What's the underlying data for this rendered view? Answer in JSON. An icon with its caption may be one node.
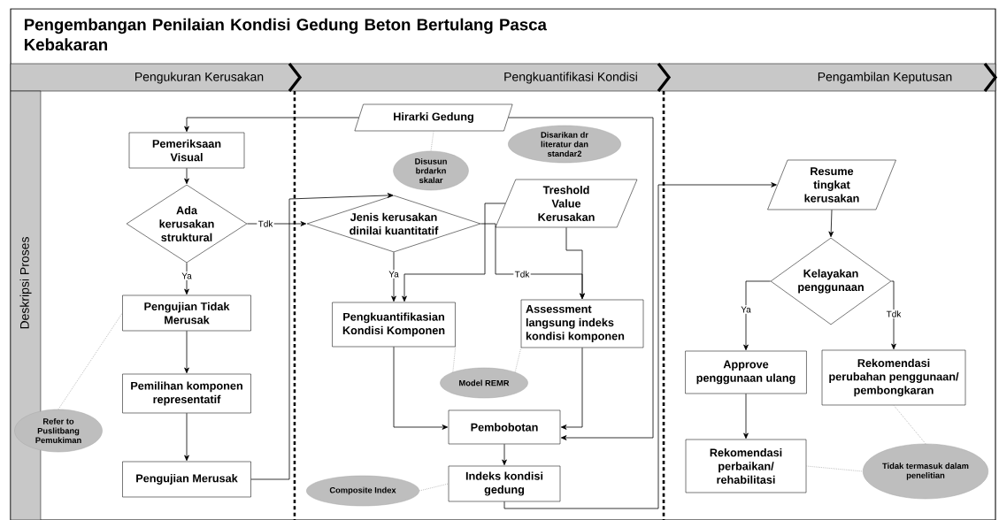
{
  "diagram": {
    "title": "Pengembangan Penilaian Kondisi Gedung Beton Bertulang Pasca Kebakaran",
    "nodes": [
      {
        "text": [
          "Hirarki Gedung"
        ]
      },
      {
        "text": [
          "Pemeriksaan Visual"
        ]
      },
      {
        "text": [
          "Ada kerusakan struktural"
        ]
      },
      {
        "text": [
          "Pengujian Tidak Merusak"
        ]
      },
      {
        "text": [
          "Pemilihan komponen representatif"
        ]
      },
      {
        "text": [
          "Pengujian  Merusak"
        ]
      },
      {
        "text": [
          "Refer to Puslitbang Pemukiman"
        ]
      },
      {
        "text": [
          "Jenis kerusakan dinilai kuantitatif"
        ]
      },
      {
        "text": [
          "Disusun brdarkn skalar"
        ]
      },
      {
        "text": [
          "Disarikan dr literatur dan standar2"
        ]
      },
      {
        "text": [
          "Treshold Value Kerusakan"
        ]
      },
      {
        "text": [
          "Pengkuantifikasian Kondisi Komponen"
        ]
      },
      {
        "text": [
          "Assessment langsung indeks kondisi komponen"
        ]
      },
      {
        "text": [
          "Model REMR"
        ]
      },
      {
        "text": [
          "Pembobotan"
        ]
      },
      {
        "text": [
          "Indeks kondisi gedung"
        ]
      },
      {
        "text": [
          "Composite Index"
        ]
      },
      {
        "text": [
          "Resume tingkat kerusakan"
        ]
      },
      {
        "text": [
          "Kelayakan penggunaan"
        ]
      },
      {
        "text": [
          "Approve penggunaan ulang"
        ]
      },
      {
        "text": [
          "Rekomendasi perubahan penggunaan/ pembongkaran"
        ]
      },
      {
        "text": [
          "Rekomendasi perbaikan/ rehabilitasi"
        ]
      },
      {
        "text": [
          "Tidak termasuk dalam penelitian"
        ]
      }
    ],
    "edges": [
      {
        "from": 0,
        "to": 1,
        "arrow": "to"
      },
      {
        "from": 0,
        "to": 14,
        "arrow": "to"
      },
      {
        "from": 1,
        "to": 2,
        "arrow": "to"
      },
      {
        "from": 2,
        "to": 7,
        "arrow": "to",
        "label": "Tdk"
      },
      {
        "from": 2,
        "to": 3,
        "arrow": "to",
        "label": "Ya"
      },
      {
        "from": 3,
        "to": 4,
        "arrow": "to"
      },
      {
        "from": 4,
        "to": 5,
        "arrow": "to"
      },
      {
        "from": 5,
        "to": 7,
        "arrow": "to"
      },
      {
        "from": 7,
        "to": 11,
        "arrow": "to",
        "label": "Ya"
      },
      {
        "from": 7,
        "to": 12,
        "arrow": "to",
        "label": "Tdk"
      },
      {
        "from": 10,
        "to": 11,
        "arrow": "to"
      },
      {
        "from": 10,
        "to": 12,
        "arrow": "to"
      },
      {
        "from": 11,
        "to": 14,
        "arrow": "to"
      },
      {
        "from": 12,
        "to": 14,
        "arrow": "to"
      },
      {
        "from": 14,
        "to": 15,
        "arrow": "to"
      },
      {
        "from": 15,
        "to": 17,
        "arrow": "to"
      },
      {
        "from": 17,
        "to": 18,
        "arrow": "to"
      },
      {
        "from": 18,
        "to": 19,
        "arrow": "to",
        "label": "Ya"
      },
      {
        "from": 18,
        "to": 20,
        "arrow": "to",
        "label": "Tdk"
      },
      {
        "from": 19,
        "to": 21,
        "arrow": "to"
      },
      {
        "from": 0,
        "to": 8,
        "arrow": "none",
        "style": "dashed",
        "color": "#999999"
      },
      {
        "from": 6,
        "to": 3,
        "arrow": "none",
        "style": "dashed",
        "color": "#999999"
      },
      {
        "from": 13,
        "to": 11,
        "arrow": "none",
        "style": "dashed",
        "color": "#999999"
      },
      {
        "from": 13,
        "to": 12,
        "arrow": "none",
        "style": "dashed",
        "color": "#999999"
      },
      {
        "from": 16,
        "to": 15,
        "arrow": "none",
        "style": "dashed",
        "color": "#999999"
      },
      {
        "from": 21,
        "to": 22,
        "arrow": "none",
        "style": "dashed",
        "color": "#999999"
      },
      {
        "from": 20,
        "to": 22,
        "arrow": "none",
        "style": "dashed",
        "color": "#999999"
      }
    ],
    "labels": [
      "Pengukuran Kerusakan",
      "Pengkuantifikasi Kondisi",
      "Pengambilan Keputusan",
      "Deskripsi Proses"
    ]
  }
}
